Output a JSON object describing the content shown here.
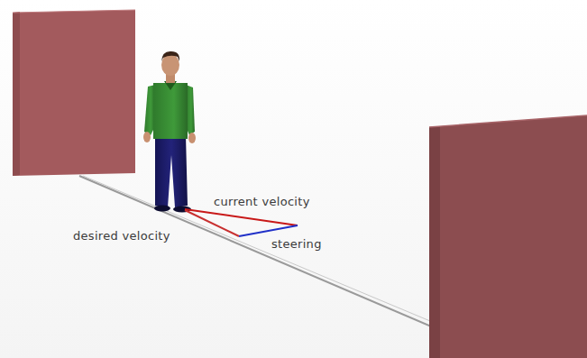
{
  "diagram": {
    "labels": [
      "current velocity",
      "desired velocity",
      "steering"
    ]
  }
}
